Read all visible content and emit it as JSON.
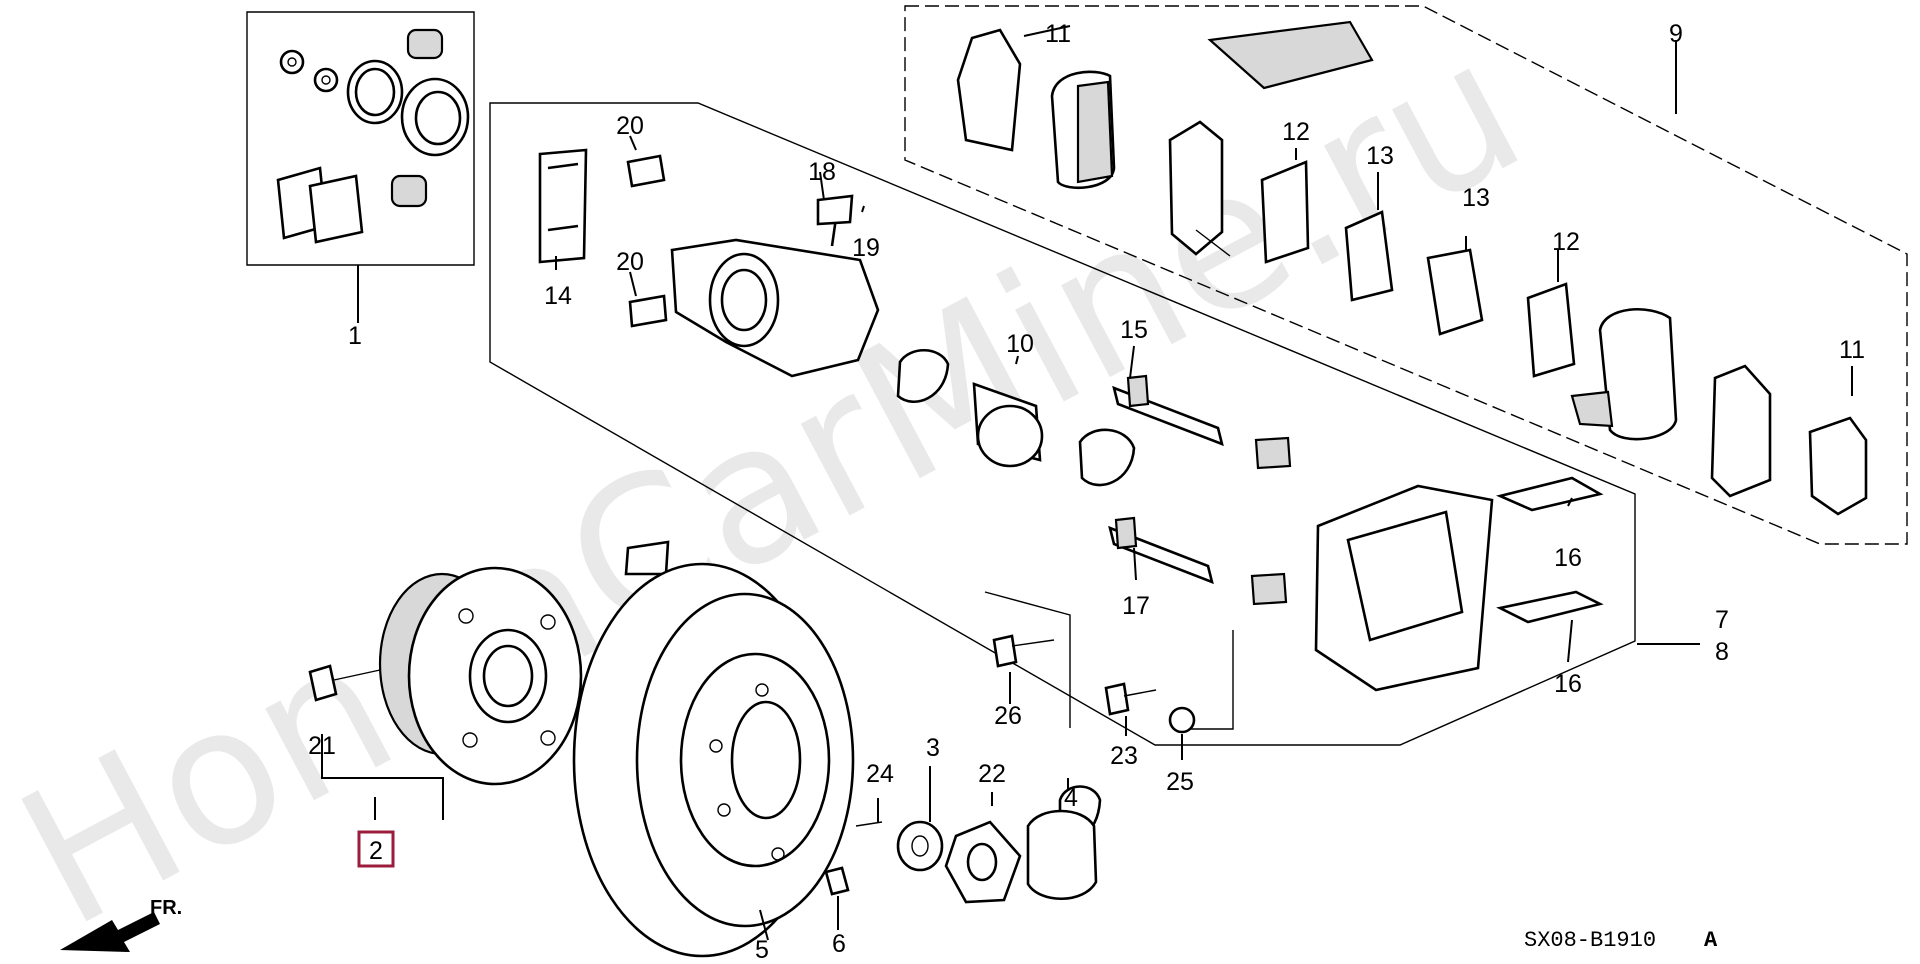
{
  "diagram": {
    "watermark": "HondaCarMine.ru",
    "drawing_code": "SX08-B1910",
    "drawing_suffix": "A",
    "front_marker": "FR.",
    "highlighted_part": "2",
    "callouts": {
      "p1": "1",
      "p2": "2",
      "p3": "3",
      "p4": "4",
      "p5": "5",
      "p6": "6",
      "p7": "7",
      "p8": "8",
      "p9": "9",
      "p10": "10",
      "p11a": "11",
      "p11b": "11",
      "p12a": "12",
      "p12b": "12",
      "p13a": "13",
      "p13b": "13",
      "p14": "14",
      "p15": "15",
      "p16a": "16",
      "p16b": "16",
      "p17": "17",
      "p18": "18",
      "p19": "19",
      "p20a": "20",
      "p20b": "20",
      "p21": "21",
      "p22": "22",
      "p23": "23",
      "p24": "24",
      "p25": "25",
      "p26": "26"
    },
    "colors": {
      "highlight_box": "#9b1c3b",
      "line": "#000000",
      "watermark": "#e9e9e9"
    }
  }
}
